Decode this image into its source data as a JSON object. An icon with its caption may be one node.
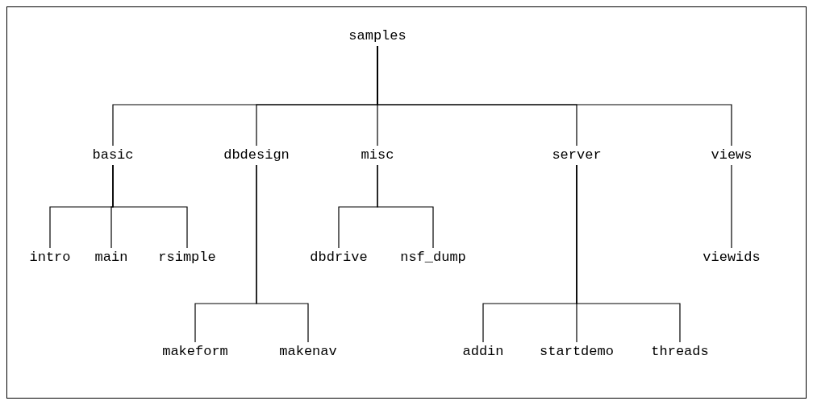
{
  "diagram": {
    "nodes": [
      {
        "text": [
          "samples"
        ]
      },
      {
        "text": [
          "basic"
        ]
      },
      {
        "text": [
          "dbdesign"
        ]
      },
      {
        "text": [
          "misc"
        ]
      },
      {
        "text": [
          "server"
        ]
      },
      {
        "text": [
          "views"
        ]
      },
      {
        "text": [
          "intro"
        ]
      },
      {
        "text": [
          "main"
        ]
      },
      {
        "text": [
          "rsimple"
        ]
      },
      {
        "text": [
          "dbdrive"
        ]
      },
      {
        "text": [
          "nsf_dump"
        ]
      },
      {
        "text": [
          "viewids"
        ]
      },
      {
        "text": [
          "makeform"
        ]
      },
      {
        "text": [
          "makenav"
        ]
      },
      {
        "text": [
          "addin"
        ]
      },
      {
        "text": [
          "startdemo"
        ]
      },
      {
        "text": [
          "threads"
        ]
      }
    ],
    "edges": [
      {
        "from": 0,
        "to": 1,
        "arrow": "none"
      },
      {
        "from": 0,
        "to": 2,
        "arrow": "none"
      },
      {
        "from": 0,
        "to": 3,
        "arrow": "none"
      },
      {
        "from": 0,
        "to": 4,
        "arrow": "none"
      },
      {
        "from": 0,
        "to": 5,
        "arrow": "none"
      },
      {
        "from": 1,
        "to": 6,
        "arrow": "none"
      },
      {
        "from": 1,
        "to": 7,
        "arrow": "none"
      },
      {
        "from": 1,
        "to": 8,
        "arrow": "none"
      },
      {
        "from": 3,
        "to": 9,
        "arrow": "none"
      },
      {
        "from": 3,
        "to": 10,
        "arrow": "none"
      },
      {
        "from": 5,
        "to": 11,
        "arrow": "none"
      },
      {
        "from": 2,
        "to": 12,
        "arrow": "none"
      },
      {
        "from": 2,
        "to": 13,
        "arrow": "none"
      },
      {
        "from": 4,
        "to": 14,
        "arrow": "none"
      },
      {
        "from": 4,
        "to": 15,
        "arrow": "none"
      },
      {
        "from": 4,
        "to": 16,
        "arrow": "none"
      }
    ]
  }
}
